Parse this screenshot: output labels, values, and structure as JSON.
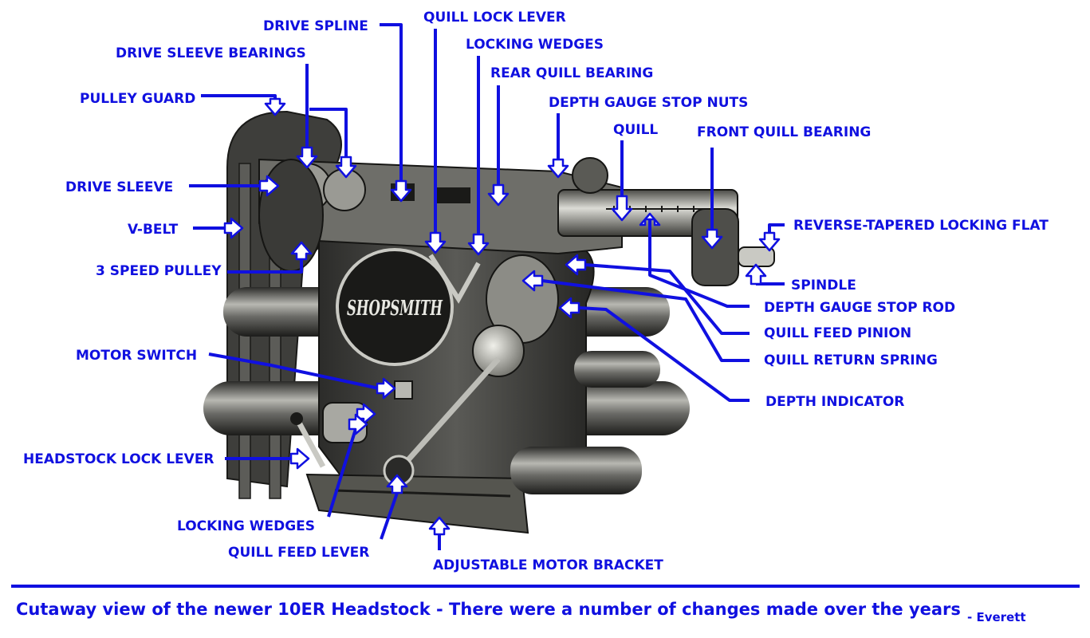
{
  "labels": {
    "drive_spline": "DRIVE SPLINE",
    "quill_lock_lever": "QUILL LOCK LEVER",
    "locking_wedges_top": "LOCKING WEDGES",
    "drive_sleeve_bearings": "DRIVE SLEEVE BEARINGS",
    "rear_quill_bearing": "REAR QUILL BEARING",
    "pulley_guard": "PULLEY GUARD",
    "depth_gauge_stop_nuts": "DEPTH GAUGE STOP NUTS",
    "quill": "QUILL",
    "front_quill_bearing": "FRONT QUILL BEARING",
    "drive_sleeve": "DRIVE SLEEVE",
    "v_belt": "V-BELT",
    "reverse_tapered_locking_flat": "REVERSE-TAPERED LOCKING FLAT",
    "three_speed_pulley": "3 SPEED PULLEY",
    "spindle": "SPINDLE",
    "depth_gauge_stop_rod": "DEPTH GAUGE STOP ROD",
    "quill_feed_pinion": "QUILL FEED PINION",
    "quill_return_spring": "QUILL RETURN SPRING",
    "motor_switch": "MOTOR SWITCH",
    "depth_indicator": "DEPTH INDICATOR",
    "headstock_lock_lever": "HEADSTOCK LOCK LEVER",
    "locking_wedges_bottom": "LOCKING WEDGES",
    "quill_feed_lever": "QUILL FEED LEVER",
    "adjustable_motor_bracket": "ADJUSTABLE MOTOR BRACKET"
  },
  "logo_text": "SHOPSMITH",
  "caption": "Cutaway view of the newer 10ER Headstock - There were a number of changes made over the years",
  "credit": "- Everett",
  "colors": {
    "label_blue": "#1010e0",
    "metal_dark": "#3a3a38",
    "metal_mid": "#8a8a84",
    "metal_light": "#d6d6d0"
  }
}
